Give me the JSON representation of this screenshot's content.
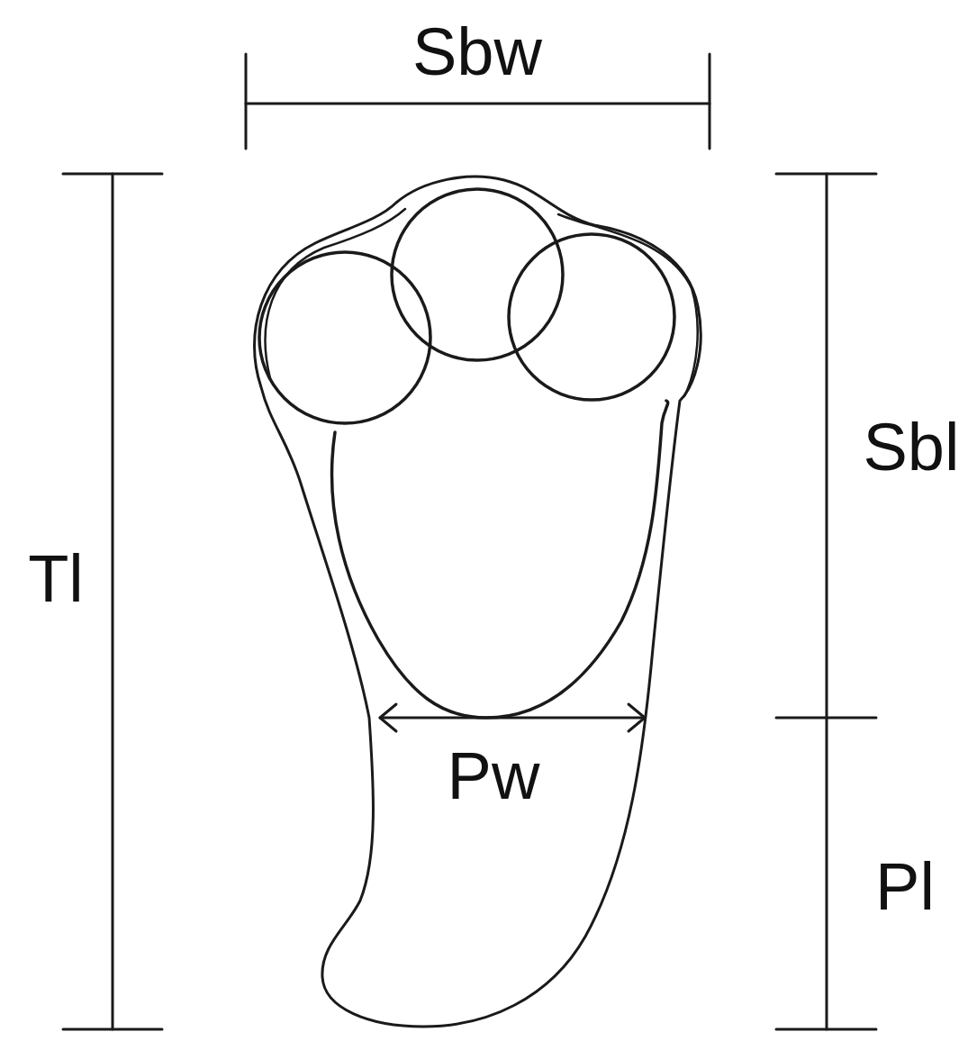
{
  "diagram": {
    "labels": [
      "Sbw",
      "Tl",
      "Sbl",
      "Pw",
      "Pl"
    ]
  }
}
